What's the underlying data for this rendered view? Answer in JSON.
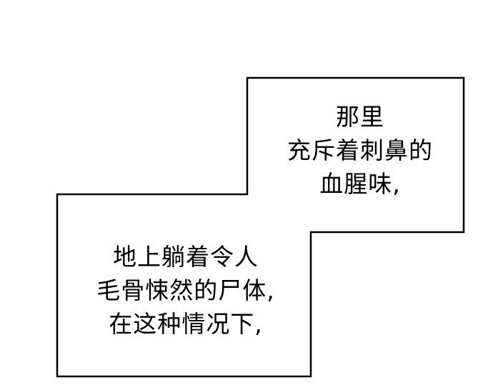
{
  "caption_box_top": {
    "lines": [
      "那里",
      "充斥着刺鼻的",
      "血腥味,"
    ]
  },
  "caption_box_bottom": {
    "lines": [
      "地上躺着令人",
      "毛骨悚然的尸体,",
      "在这种情况下,"
    ]
  },
  "colors": {
    "background": "#ffffff",
    "border": "#000000",
    "text": "#000000"
  }
}
